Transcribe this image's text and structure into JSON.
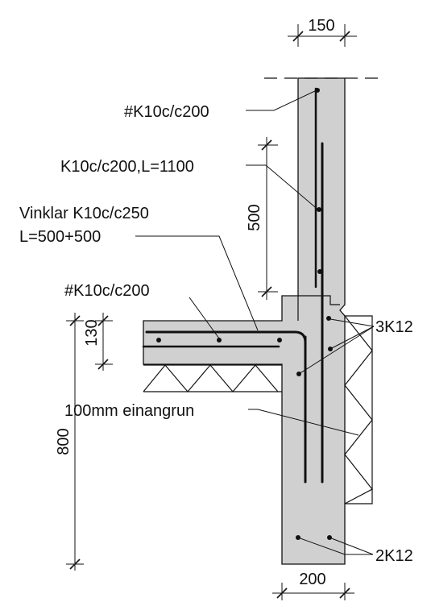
{
  "labels": {
    "rebar_wall_top": "#K10c/c200",
    "rebar_wall_splice": "K10c/c200,L=1100",
    "angle_bars_line1": "Vinklar K10c/c250",
    "angle_bars_line2": "L=500+500",
    "rebar_slab": "#K10c/c200",
    "insulation": "100mm einangrun",
    "corner_bars": "3K12",
    "footing_bars": "2K12"
  },
  "dimensions": {
    "wall_thickness": "150",
    "splice_length": "500",
    "slab_thickness": "130",
    "footing_depth": "800",
    "footing_width": "200"
  },
  "colors": {
    "concrete": "#d0d0d0",
    "line": "#111111"
  }
}
